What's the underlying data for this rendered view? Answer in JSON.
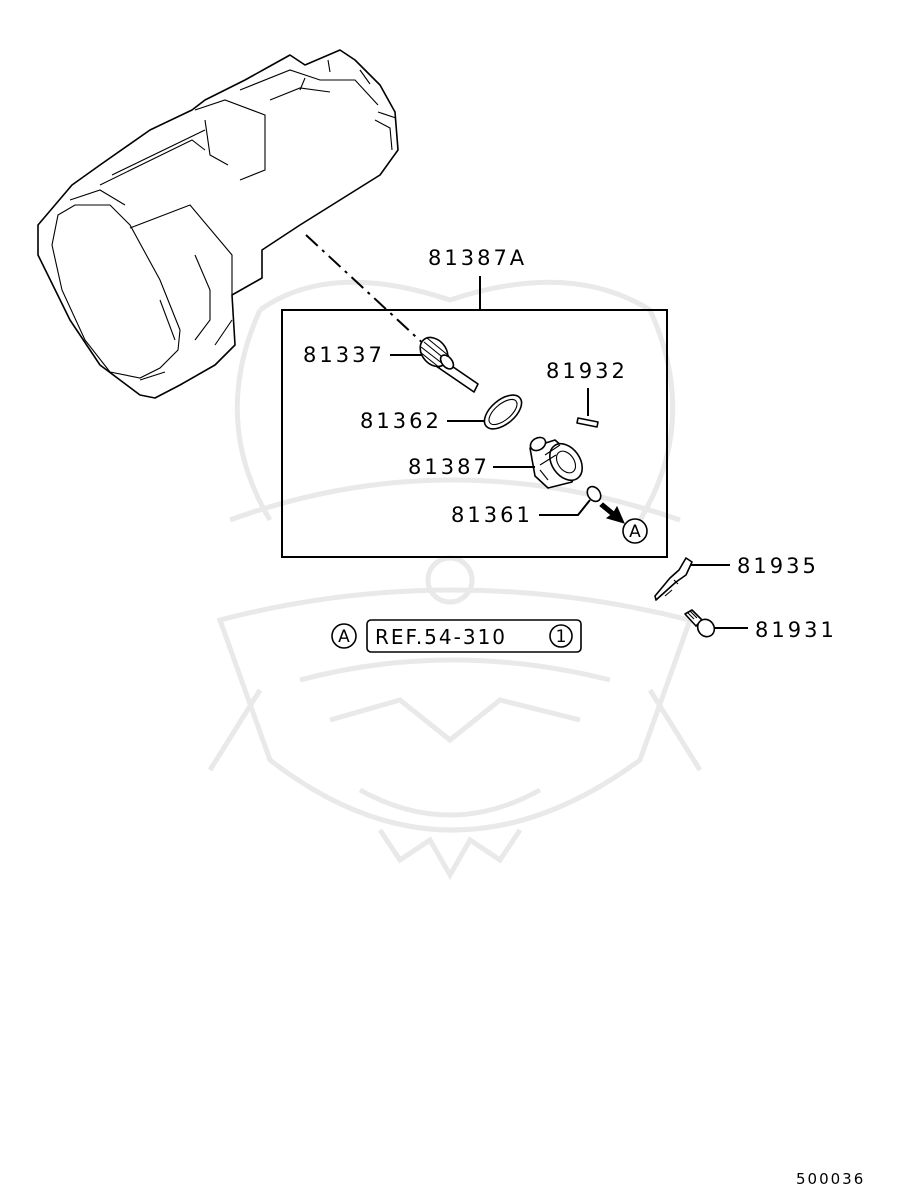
{
  "diagram": {
    "assembly_label": "81387A",
    "parts": [
      {
        "id": "81337"
      },
      {
        "id": "81932"
      },
      {
        "id": "81362"
      },
      {
        "id": "81387"
      },
      {
        "id": "81361"
      },
      {
        "id": "81935"
      },
      {
        "id": "81931"
      }
    ],
    "marker_letter": "A",
    "reference_text": "REF.54-310",
    "reference_number": "1",
    "diagram_code": "500036"
  },
  "colors": {
    "line": "#000000",
    "background": "#ffffff",
    "watermark": "#e9e9e9"
  }
}
